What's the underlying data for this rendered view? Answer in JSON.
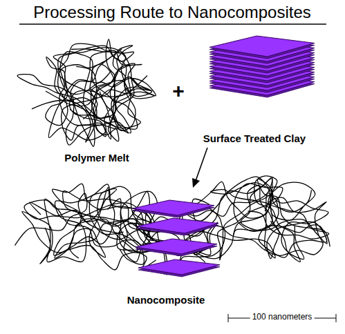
{
  "diagram": {
    "title": "Processing Route to Nanocomposites",
    "labels": [
      "Polymer Melt",
      "+",
      "Surface Treated Clay",
      "Nanocomposite",
      "100 nanometers"
    ]
  }
}
